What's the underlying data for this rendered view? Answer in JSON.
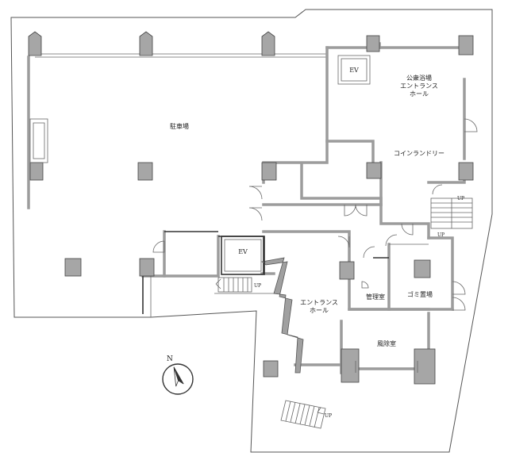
{
  "rooms": {
    "parking": "駐車場",
    "bath_entrance": [
      "公衆浴場",
      "エントランス",
      "ホール"
    ],
    "laundry": "コインランドリー",
    "ev_upper": "EV",
    "ev_lower": "EV",
    "entrance_hall": [
      "エントランス",
      "ホール"
    ],
    "management": "管理室",
    "garbage": "ゴミ置場",
    "windbreak": "風除室"
  },
  "stairs": {
    "up_left": "UP",
    "up_right_top": "UP",
    "up_right_bottom": "UP",
    "up_bottom": "UP"
  },
  "compass": {
    "north": "N"
  },
  "colors": {
    "wall": "#9c9c9c",
    "column": "#a6a6a6",
    "outline": "#555555"
  }
}
